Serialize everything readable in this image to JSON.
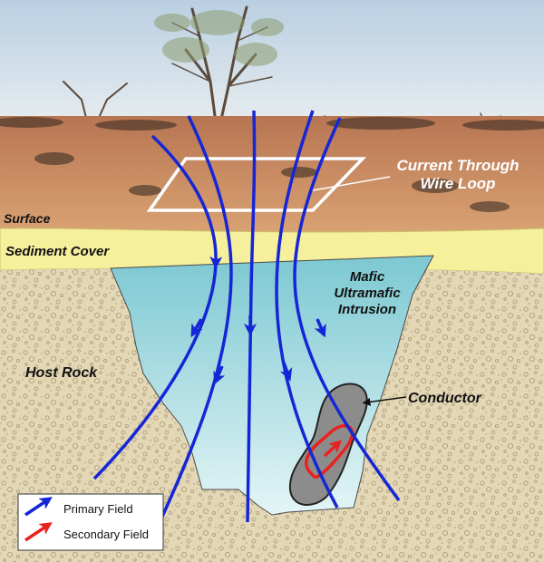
{
  "labels": {
    "surface": "Surface",
    "sediment_cover": "Sediment Cover",
    "loop_line1": "Current Through",
    "loop_line2": "Wire Loop",
    "intrusion_line1": "Mafic",
    "intrusion_line2": "Ultramafic",
    "intrusion_line3": "Intrusion",
    "host_rock": "Host Rock",
    "conductor": "Conductor"
  },
  "legend": {
    "primary": "Primary Field",
    "secondary": "Secondary Field"
  },
  "colors": {
    "sky": "#cfdbe6",
    "soil": "#c9875a",
    "sediment": "#f6ef9c",
    "host_rock": "#e2d6b4",
    "intrusion": "#86ccd4",
    "conductor": "#8c8c8c",
    "primary_field": "#1526d6",
    "secondary_field": "#e8231f",
    "loop": "#ffffff"
  }
}
